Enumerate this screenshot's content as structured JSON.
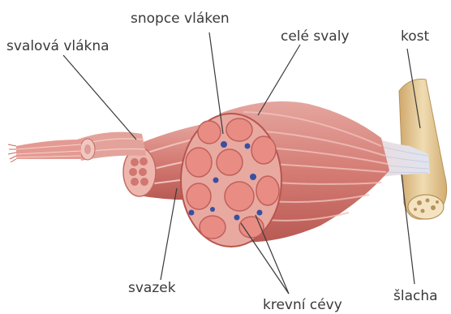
{
  "labels": {
    "muscle_fibers": "svalová vlákna",
    "fiber_bundles": "snopce vláken",
    "whole_muscles": "celé svaly",
    "bone": "kost",
    "fascicle": "svazek",
    "blood_vessels": "krevní cévy",
    "tendon": "šlacha"
  },
  "colors": {
    "muscle": "#d9867f",
    "muscle_dark": "#b8554f",
    "muscle_light": "#eab3ab",
    "vessel": "#3a4fa0",
    "bone": "#e8cfa0",
    "bone_dark": "#c9a46a",
    "tendon": "#e9ecf4"
  }
}
